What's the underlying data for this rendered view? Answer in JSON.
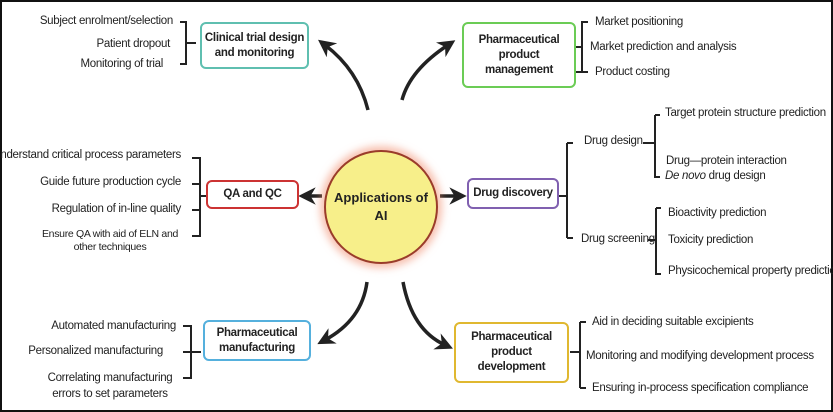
{
  "center": {
    "label": "Applications of AI",
    "fill": "#f7ef8a",
    "border": "#9a3c2a"
  },
  "nodes": {
    "clinical": {
      "label": "Clinical trial design and monitoring",
      "color": "#5fbfb0",
      "items": [
        "Subject enrolment/selection",
        "Patient dropout",
        "Monitoring of trial"
      ]
    },
    "product_management": {
      "label": "Pharmaceutical product management",
      "color": "#6bcc55",
      "items": [
        "Market positioning",
        "Market prediction and analysis",
        "Product costing"
      ]
    },
    "qa_qc": {
      "label": "QA and QC",
      "color": "#cc3333",
      "items": [
        "Understand critical process parameters",
        "Guide future production cycle",
        "Regulation of in-line quality",
        "Ensure QA with aid of ELN and other techniques"
      ]
    },
    "drug_discovery": {
      "label": "Drug discovery",
      "color": "#8060b0",
      "drug_design": {
        "label": "Drug design",
        "items": [
          "Target protein structure prediction",
          "Drug—protein interaction",
          "De novo",
          "drug design"
        ]
      },
      "drug_screening": {
        "label": "Drug screening",
        "items": [
          "Bioactivity prediction",
          "Toxicity prediction",
          "Physicochemical property prediction"
        ]
      }
    },
    "manufacturing": {
      "label": "Pharmaceutical manufacturing",
      "color": "#55b0dd",
      "items": [
        "Automated manufacturing",
        "Personalized manufacturing",
        "Correlating manufacturing errors to set parameters"
      ]
    },
    "product_development": {
      "label": "Pharmaceutical product development",
      "color": "#e0b830",
      "items": [
        "Aid in deciding suitable excipients",
        "Monitoring and modifying development process",
        "Ensuring in-process specification compliance"
      ]
    }
  }
}
